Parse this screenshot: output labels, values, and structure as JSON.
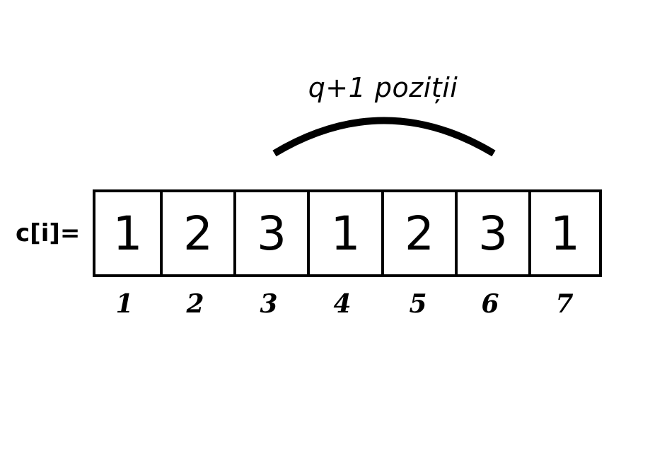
{
  "annotation": {
    "prefix": "q+1",
    "suffix": "poziții"
  },
  "array": {
    "label": "c[i]=",
    "values": [
      "1",
      "2",
      "3",
      "1",
      "2",
      "3",
      "1"
    ],
    "indices": [
      "1",
      "2",
      "3",
      "4",
      "5",
      "6",
      "7"
    ],
    "span": {
      "from_index": 3,
      "to_index": 6
    }
  }
}
